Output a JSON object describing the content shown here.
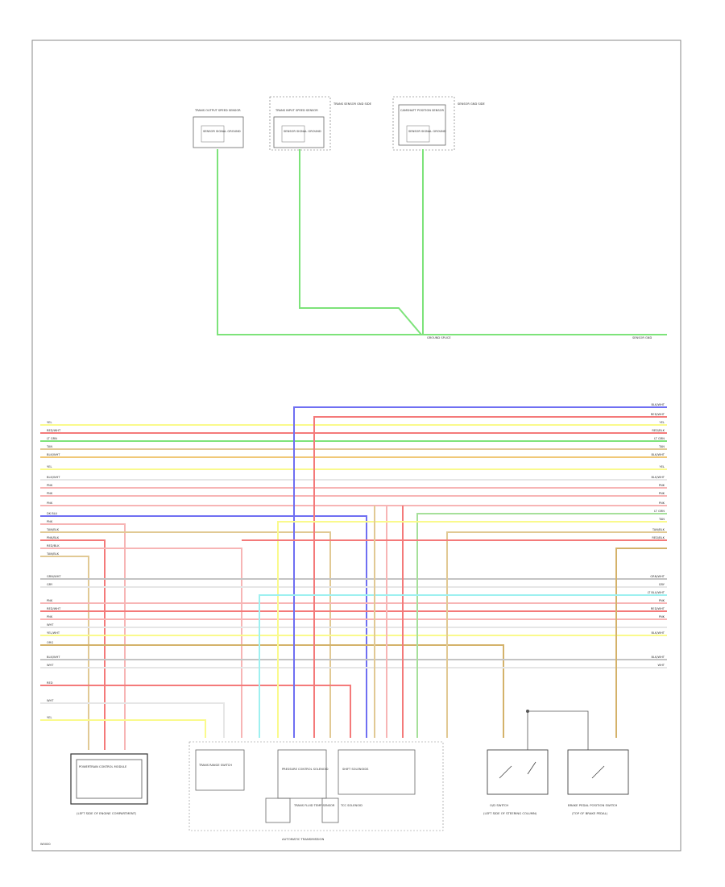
{
  "wire_colors": {
    "lt_grn": "#a6e09a",
    "grn": "#7de37a",
    "yel": "#fafa8c",
    "red": "#f47a7a",
    "pnk": "#f7b5b5",
    "blu": "#6f6ff2",
    "tan": "#e1c994",
    "gry": "#c4c4c4",
    "org": "#f0c878",
    "wht": "#e6e6e6",
    "cyan": "#9ef0f0",
    "dk_tan": "#d4b26a"
  },
  "footer": {
    "page_ref": "W0000",
    "transmission_label": "AUTOMATIC TRANSMISSION"
  },
  "top_boxes": [
    {
      "title": "TRANS OUTPUT SPEED SENSOR",
      "inner": "SENSOR SIGNAL GROUND"
    },
    {
      "title": "TRANS INPUT SPEED SENSOR",
      "inner": "SENSOR SIGNAL GROUND",
      "side": "TRANS SENSOR GND SIDE"
    },
    {
      "title": "CAMSHAFT POSITION SENSOR",
      "inner": "SENSOR SIGNAL GROUND",
      "side": "SENSOR GND SIDE"
    }
  ],
  "bus_labels": {
    "ground_left": "GROUND SPLICE",
    "ground_right": "SENSOR GND"
  },
  "left_wire_labels": [
    "YEL",
    "RED/WHT",
    "LT GRN",
    "TAN",
    "BLK/WHT",
    "YEL",
    "BLK/WHT",
    "PNK",
    "PNK",
    "PNK",
    "DK BLU",
    "PNK",
    "TAN/BLK",
    "PNK/BLK",
    "RED/BLK",
    "TAN/BLK",
    "GRN/WHT",
    "GRY",
    "PNK",
    "RED/WHT",
    "PNK",
    "WHT",
    "YEL/WHT",
    "ORG",
    "BLK/WHT",
    "WHT",
    "RED",
    "WHT",
    "YEL"
  ],
  "right_wire_labels": [
    "BLK/WHT",
    "RED/WHT",
    "YEL",
    "RED/BLK",
    "LT GRN",
    "TAN",
    "BLK/WHT",
    "YEL",
    "BLK/WHT",
    "PNK",
    "PNK",
    "PNK",
    "LT GRN",
    "TAN",
    "TAN/BLK",
    "RED/BLK",
    "GRN/WHT",
    "GRY",
    "LT BLU/WHT",
    "PNK",
    "RED/WHT",
    "PNK",
    "BLK/WHT",
    "BLK/WHT",
    "WHT"
  ],
  "components": [
    {
      "title": "POWERTRAIN CONTROL MODULE",
      "sub": "(LEFT SIDE OF ENGINE COMPARTMENT)"
    },
    {
      "title": "TRANS RANGE SWITCH",
      "sub": ""
    },
    {
      "title": "PRESSURE CONTROL SOLENOID",
      "sub": ""
    },
    {
      "title": "SHIFT SOLENOIDS",
      "sub": ""
    },
    {
      "title": "TCC SOLENOID",
      "sub": ""
    },
    {
      "title": "TRANS FLUID TEMP SENSOR",
      "sub": ""
    },
    {
      "title": "O/D SWITCH",
      "sub": "(LEFT SIDE OF STEERING COLUMN)"
    },
    {
      "title": "BRAKE PEDAL POSITION SWITCH",
      "sub": "(TOP OF BRAKE PEDAL)"
    }
  ]
}
